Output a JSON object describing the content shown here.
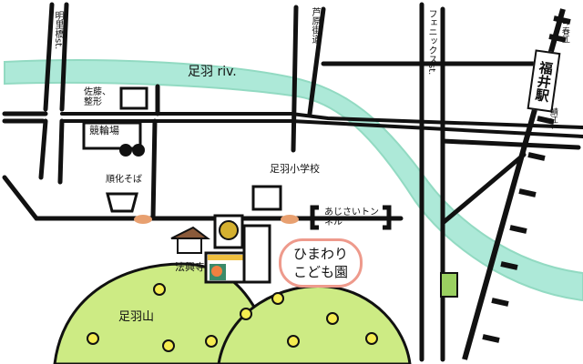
{
  "streets": {
    "myorihashi": "明里橋st.",
    "ashiwara": "芦原街道",
    "phoenix": "フェニックスst."
  },
  "river": "足羽 riv.",
  "landmarks": {
    "sato_clinic": "佐藤、整形",
    "keirinjo": "競輪場",
    "soba": "順化そば",
    "school": "足羽小学校",
    "tunnel": "あじさいトンネル",
    "temple": "法興寺",
    "mountain": "足羽山",
    "station": "福井駅",
    "to_harue": "↑春江",
    "to_sabae": "鯖江↓"
  },
  "destination": {
    "line1": "ひまわり",
    "line2": "こども園"
  },
  "colors": {
    "river": "#8fe0c8",
    "hill": "#c8e87a",
    "callout": "#ee9a8c",
    "signal": "#e8a070"
  }
}
